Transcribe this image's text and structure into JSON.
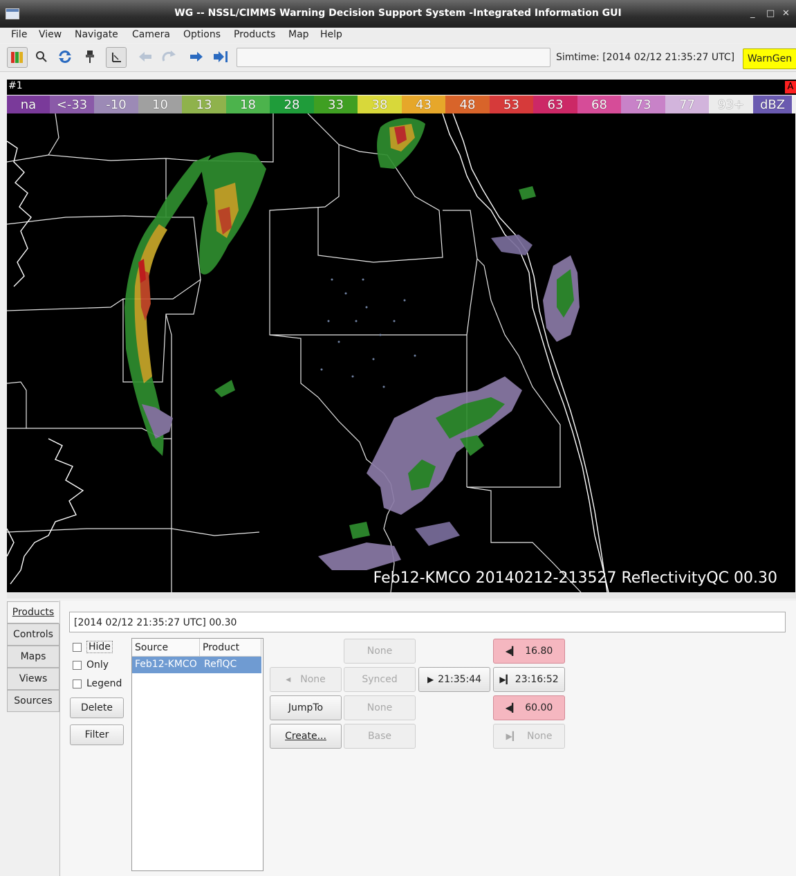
{
  "window": {
    "title": "WG -- NSSL/CIMMS Warning Decision Support System -Integrated Information GUI"
  },
  "menu": [
    "File",
    "View",
    "Navigate",
    "Camera",
    "Options",
    "Products",
    "Map",
    "Help"
  ],
  "toolbar": {
    "icons": [
      "color-map-icon",
      "zoom-icon",
      "refresh-icon",
      "pin-icon",
      "probe-icon",
      "back-arrow-icon",
      "redo-icon",
      "forward-arrow-icon",
      "skip-end-icon"
    ],
    "simtime": "Simtime: [2014 02/12 21:35:27 UTC]",
    "warngen": "WarnGen"
  },
  "display": {
    "pane_label": "#1",
    "corner_badge": "A",
    "colorbar": [
      {
        "label": "na",
        "color": "#7a3a9a"
      },
      {
        "label": "<-33",
        "color": "#8a5aa8"
      },
      {
        "label": "-10",
        "color": "#9c8ab6"
      },
      {
        "label": "10",
        "color": "#a0a0a0"
      },
      {
        "label": "13",
        "color": "#8fb24c"
      },
      {
        "label": "18",
        "color": "#4cb34c"
      },
      {
        "label": "28",
        "color": "#1f9c3a"
      },
      {
        "label": "33",
        "color": "#3f9f22"
      },
      {
        "label": "38",
        "color": "#d8d83a"
      },
      {
        "label": "43",
        "color": "#e6a72a"
      },
      {
        "label": "48",
        "color": "#d8642a"
      },
      {
        "label": "53",
        "color": "#d63a3a"
      },
      {
        "label": "63",
        "color": "#cc2866"
      },
      {
        "label": "68",
        "color": "#d64c98"
      },
      {
        "label": "73",
        "color": "#c882c8"
      },
      {
        "label": "77",
        "color": "#d2b4dc"
      },
      {
        "label": "93+",
        "color": "#ececec"
      },
      {
        "label": "dBZ",
        "color": "#6a5ab0"
      }
    ],
    "caption": "Feb12-KMCO 20140212-213527 ReflectivityQC 00.30"
  },
  "tabs": [
    "Products",
    "Controls",
    "Maps",
    "Views",
    "Sources"
  ],
  "products_panel": {
    "status": "[2014 02/12 21:35:27 UTC] 00.30",
    "checkboxes": [
      "Hide",
      "Only",
      "Legend"
    ],
    "delete_label": "Delete",
    "filter_label": "Filter",
    "table": {
      "headers": [
        "Source",
        "Product"
      ],
      "rows": [
        [
          "Feb12-KMCO",
          "ReflQC"
        ]
      ]
    },
    "nav": {
      "top_none": "None",
      "left_none": "None",
      "synced": "Synced",
      "time_current": "21:35:44",
      "jumpto": "JumpTo",
      "mid_none": "None",
      "create": "Create...",
      "base": "Base",
      "top_value": "16.80",
      "time_end": "23:16:52",
      "bottom_value": "60.00",
      "bottom_none": "None"
    }
  }
}
